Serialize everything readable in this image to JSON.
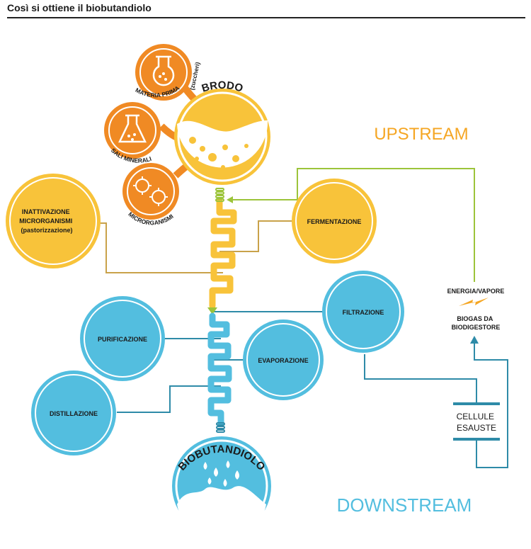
{
  "title": "Così si ottiene il biobutandiolo",
  "sections": {
    "upstream": "UPSTREAM",
    "downstream": "DOWNSTREAM"
  },
  "ingredients": {
    "materia_prima": "MATERIA PRIMA",
    "zuccheri": "(zuccheri)",
    "sali_minerali": "SALI MINERALI",
    "microrganismi": "MICRORGANISMI"
  },
  "brodo": "BRODO",
  "biobutandiolo": "BIOBUTANDIOLO",
  "upstream_steps": {
    "inattivazione": [
      "INATTIVAZIONE",
      "MICRORGANISMI",
      "(pastorizzazione)"
    ],
    "fermentazione": "FERMENTAZIONE"
  },
  "downstream_steps": {
    "filtrazione": "FILTRAZIONE",
    "purificazione": "PURIFICAZIONE",
    "evaporazione": "EVAPORAZIONE",
    "distillazione": "DISTILLAZIONE"
  },
  "energy": {
    "energia_vapore": "ENERGIA/VAPORE",
    "biogas": [
      "BIOGAS DA",
      "BIODIGESTORE"
    ]
  },
  "cellule": [
    "CELLULE",
    "ESAUSTE"
  ],
  "colors": {
    "orange": "#F08A24",
    "yellow": "#F8C33A",
    "blue": "#53BEDF",
    "olive_line": "#C9A24A",
    "green_line": "#9CC43A",
    "teal_line": "#2E8BA8",
    "upstream_text": "#F5A623",
    "downstream_text": "#53BEDF"
  }
}
